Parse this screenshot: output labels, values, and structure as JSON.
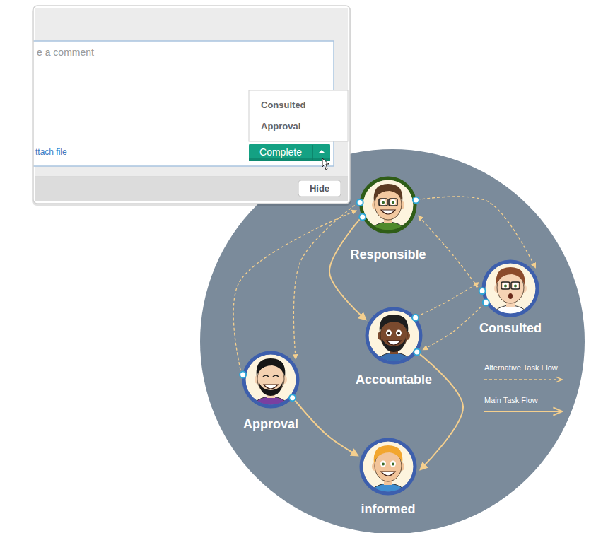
{
  "diagram": {
    "nodes": [
      {
        "text": [
          "Responsible"
        ]
      },
      {
        "text": [
          "Consulted"
        ]
      },
      {
        "text": [
          "Accountable"
        ]
      },
      {
        "text": [
          "Approval"
        ]
      },
      {
        "text": [
          "informed"
        ]
      }
    ],
    "edges": [
      {
        "from": 0,
        "to": 2,
        "arrow": "to"
      },
      {
        "from": 2,
        "to": 4,
        "arrow": "to"
      },
      {
        "from": 3,
        "to": 4,
        "arrow": "to"
      },
      {
        "from": 0,
        "to": 1,
        "arrow": "to"
      },
      {
        "from": 1,
        "to": 0,
        "arrow": "to"
      },
      {
        "from": 2,
        "to": 1,
        "arrow": "to"
      },
      {
        "from": 1,
        "to": 2,
        "arrow": "to"
      },
      {
        "from": 3,
        "to": 0,
        "arrow": "to"
      },
      {
        "from": 0,
        "to": 3,
        "arrow": "to"
      }
    ],
    "labels": [
      "e a comment",
      "Consulted",
      "Approval",
      "ttach file",
      "Complete",
      "Hide"
    ],
    "legend": [
      {
        "text": "Alternative Task Flow"
      },
      {
        "text": "Main Task Flow"
      }
    ]
  }
}
